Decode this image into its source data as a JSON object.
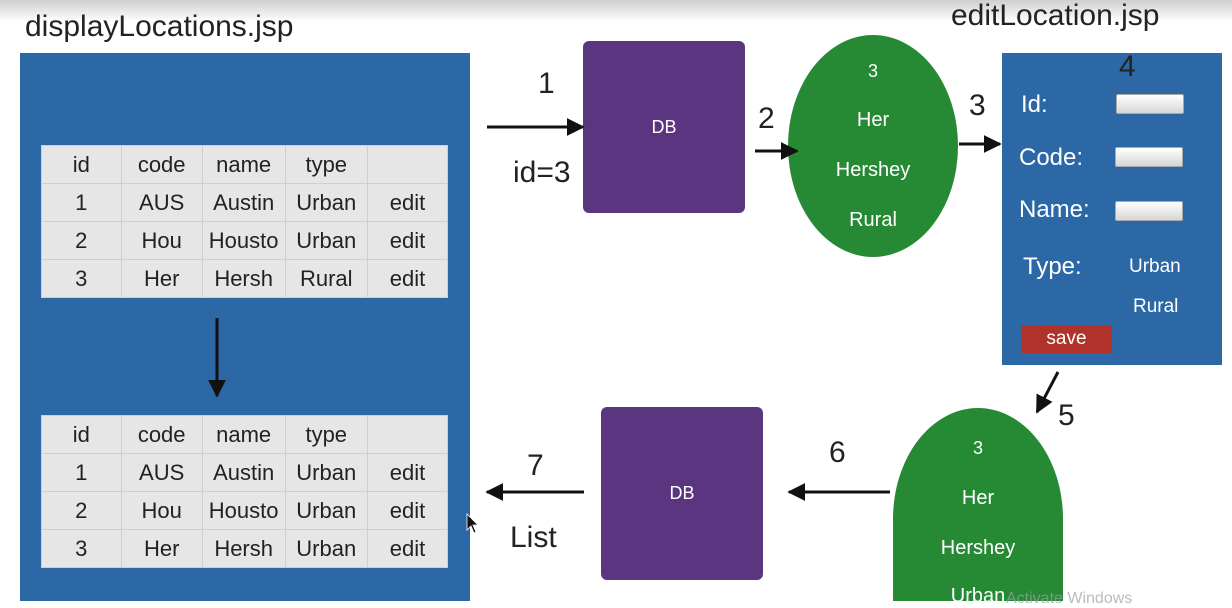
{
  "titles": {
    "left": "displayLocations.jsp",
    "right": "editLocation.jsp"
  },
  "top_table": {
    "headers": [
      "id",
      "code",
      "name",
      "type",
      ""
    ],
    "rows": [
      [
        "1",
        "AUS",
        "Austin",
        "Urban",
        "edit"
      ],
      [
        "2",
        "Hou",
        "Housto",
        "Urban",
        "edit"
      ],
      [
        "3",
        "Her",
        "Hersh",
        "Rural",
        "edit"
      ]
    ]
  },
  "bottom_table": {
    "headers": [
      "id",
      "code",
      "name",
      "type",
      ""
    ],
    "rows": [
      [
        "1",
        "AUS",
        "Austin",
        "Urban",
        "edit"
      ],
      [
        "2",
        "Hou",
        "Housto",
        "Urban",
        "edit"
      ],
      [
        "3",
        "Her",
        "Hersh",
        "Urban",
        "edit"
      ]
    ]
  },
  "db_top": {
    "label": "DB"
  },
  "db_bottom": {
    "label": "DB"
  },
  "record_top": {
    "lines": [
      "3",
      "Her",
      "Hershey",
      "Rural"
    ]
  },
  "record_bottom": {
    "lines": [
      "3",
      "Her",
      "Hershey",
      "Urban"
    ]
  },
  "steps": {
    "s1": "1",
    "s2": "2",
    "s3": "3",
    "s4": "4",
    "s5": "5",
    "s6": "6",
    "s7": "7",
    "id_param": "id=3",
    "list_label": "List"
  },
  "edit_form": {
    "id_label": "Id:",
    "code_label": "Code:",
    "name_label": "Name:",
    "type_label": "Type:",
    "type_options": [
      "Urban",
      "Rural"
    ],
    "save_label": "save"
  },
  "watermark": "Activate Windows",
  "colors": {
    "panel_blue": "#2b68a5",
    "db_purple": "#5b3580",
    "record_green": "#268a35",
    "save_red": "#b0322b",
    "table_gray": "#e6e6e6"
  }
}
